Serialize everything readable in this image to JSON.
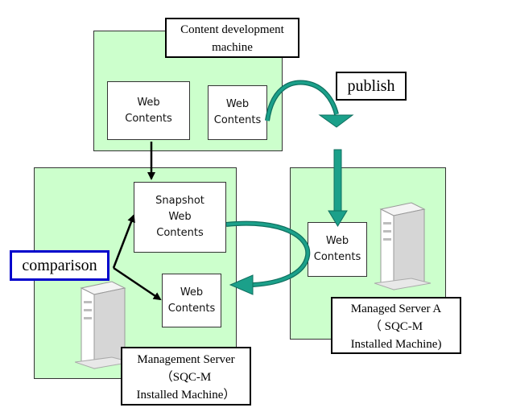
{
  "colors": {
    "zone_fill": "#ccffcc",
    "teal_arrow": "#1ba08a",
    "teal_outline": "#0f6f5f",
    "comparison_border": "#0000cc"
  },
  "content_dev": {
    "title_line1": "Content development",
    "title_line2": "machine",
    "box1_line1": "Web",
    "box1_line2": "Contents",
    "box2_line1": "Web",
    "box2_line2": "Contents"
  },
  "publish_label": "publish",
  "management": {
    "snapshot_line1": "Snapshot",
    "snapshot_line2": "Web",
    "snapshot_line3": "Contents",
    "web_line1": "Web",
    "web_line2": "Contents",
    "label_line1": "Management Server",
    "label_line2": "（SQC-M",
    "label_line3": "Installed Machine）"
  },
  "managed_a": {
    "web_line1": "Web",
    "web_line2": "Contents",
    "label_line1": "Managed Server A",
    "label_line2": "（ SQC-M",
    "label_line3": "Installed Machine)"
  },
  "comparison_label": "comparison",
  "icons": [
    "server-tower-icon",
    "server-tower-icon"
  ]
}
